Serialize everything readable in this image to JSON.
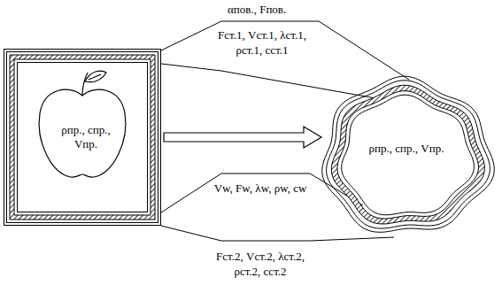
{
  "diagram": {
    "nodes": [
      {
        "text": [
          "ρпр., cпр., Vпр."
        ]
      },
      {
        "text": [
          "ρпр., cпр., Vпр."
        ]
      }
    ],
    "edges": [
      {
        "from": 0,
        "to": 1,
        "arrow": "to"
      }
    ],
    "labels": [
      "αпов., Fпов.",
      "Fст.1, Vст.1, λст.1, ρст.1, cст.1",
      "Vw, Fw, λw, ρw, cw",
      "Fст.2, Vст.2, λст.2, ρст.2, cст.2"
    ]
  }
}
